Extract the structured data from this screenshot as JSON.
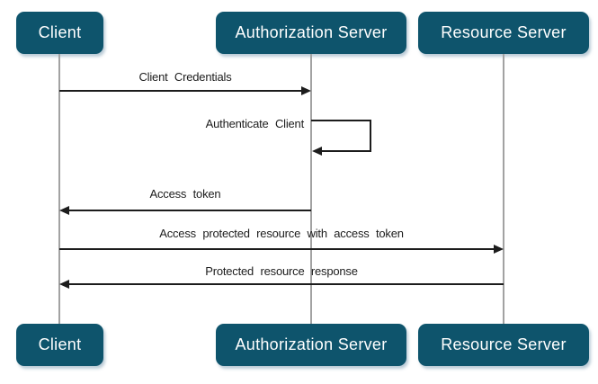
{
  "colors": {
    "background": "#ffffff",
    "actor_fill": "#0e546c",
    "actor_text": "#ffffff",
    "lifeline": "#a2a2a2",
    "arrow": "#1c1c1c",
    "shadow": "rgba(130,160,180,0.55)"
  },
  "diagram": {
    "type": "sequence",
    "actors": [
      {
        "id": "client",
        "label": "Client"
      },
      {
        "id": "authorization-server",
        "label": "Authorization Server"
      },
      {
        "id": "resource-server",
        "label": "Resource Server"
      }
    ],
    "messages": [
      {
        "from": "client",
        "to": "authorization-server",
        "label": "Client Credentials",
        "direction": "right"
      },
      {
        "from": "authorization-server",
        "to": "authorization-server",
        "label": "Authenticate Client",
        "direction": "self"
      },
      {
        "from": "authorization-server",
        "to": "client",
        "label": "Access token",
        "direction": "left"
      },
      {
        "from": "client",
        "to": "resource-server",
        "label": "Access protected resource with access token",
        "direction": "right"
      },
      {
        "from": "resource-server",
        "to": "client",
        "label": "Protected resource response",
        "direction": "left"
      }
    ]
  }
}
